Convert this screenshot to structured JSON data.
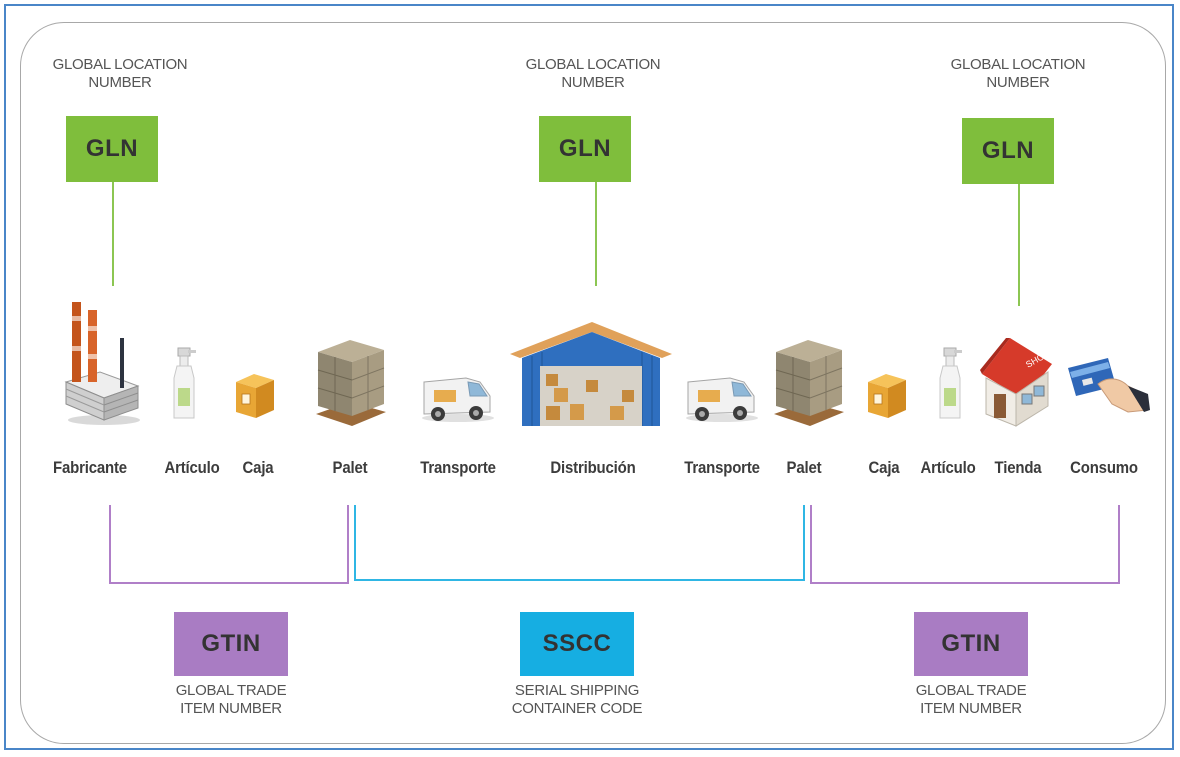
{
  "gln_sections": [
    {
      "caption": "GLOBAL LOCATION\nNUMBER",
      "code": "GLN"
    },
    {
      "caption": "GLOBAL LOCATION\nNUMBER",
      "code": "GLN"
    },
    {
      "caption": "GLOBAL LOCATION\nNUMBER",
      "code": "GLN"
    }
  ],
  "stages": [
    {
      "label": "Fabricante",
      "icon": "factory-icon"
    },
    {
      "label": "Artículo",
      "icon": "spray-bottle-icon"
    },
    {
      "label": "Caja",
      "icon": "box-icon"
    },
    {
      "label": "Palet",
      "icon": "pallet-icon"
    },
    {
      "label": "Transporte",
      "icon": "van-icon"
    },
    {
      "label": "Distribución",
      "icon": "warehouse-icon"
    },
    {
      "label": "Transporte",
      "icon": "van-icon"
    },
    {
      "label": "Palet",
      "icon": "pallet-icon"
    },
    {
      "label": "Caja",
      "icon": "box-icon"
    },
    {
      "label": "Artículo",
      "icon": "spray-bottle-icon"
    },
    {
      "label": "Tienda",
      "icon": "shop-icon"
    },
    {
      "label": "Consumo",
      "icon": "card-payment-icon"
    }
  ],
  "shop_sign": "SHOP",
  "bottom_codes": [
    {
      "code": "GTIN",
      "caption": "GLOBAL TRADE\nITEM NUMBER",
      "color": "#a97cc3"
    },
    {
      "code": "SSCC",
      "caption": "SERIAL SHIPPING\nCONTAINER CODE",
      "color": "#16aee2"
    },
    {
      "code": "GTIN",
      "caption": "GLOBAL TRADE\nITEM NUMBER",
      "color": "#a97cc3"
    }
  ],
  "colors": {
    "gln": "#7fbe3c",
    "gtin": "#a97cc3",
    "sscc": "#16aee2",
    "frame": "#4a86c8"
  }
}
